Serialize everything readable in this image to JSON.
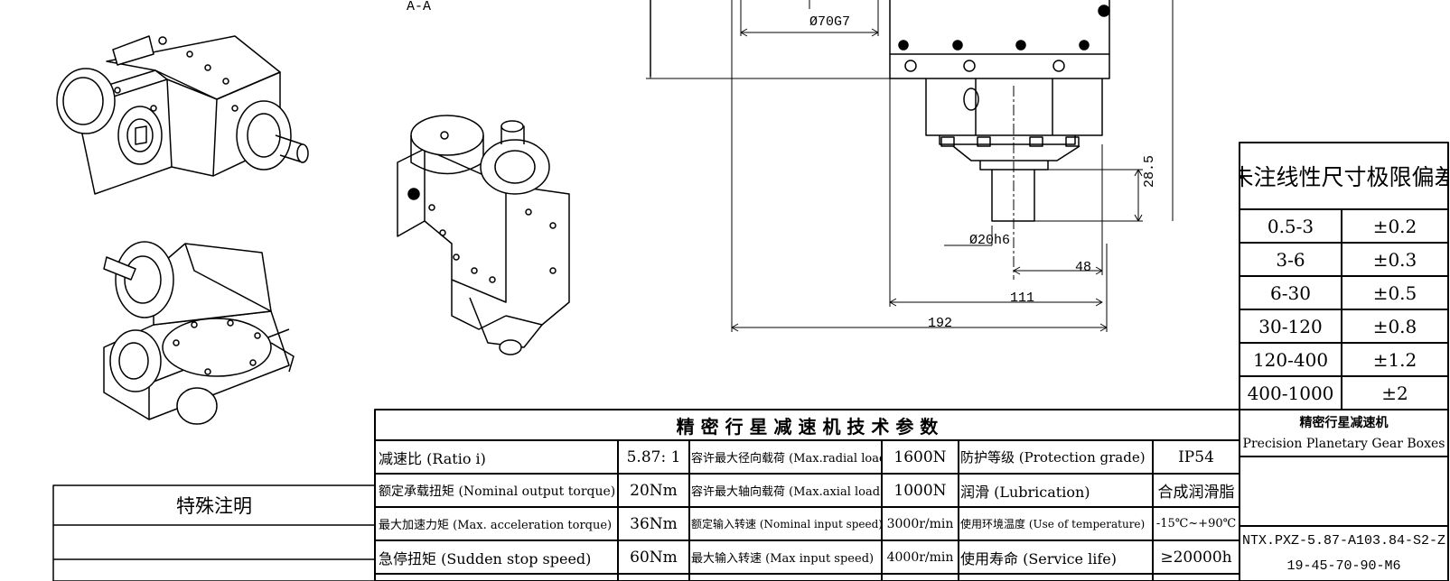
{
  "section_label": "A-A",
  "dimensions": {
    "bore": "Ø70G7",
    "shaft": "Ø20h6",
    "shaft_length": "28.5",
    "d48": "48",
    "d111": "111",
    "d192": "192"
  },
  "tolerance_table": {
    "title": "未注线性尺寸极限偏差",
    "rows": [
      {
        "range": "0.5-3",
        "tol": "±0.2"
      },
      {
        "range": "3-6",
        "tol": "±0.3"
      },
      {
        "range": "6-30",
        "tol": "±0.5"
      },
      {
        "range": "30-120",
        "tol": "±0.8"
      },
      {
        "range": "120-400",
        "tol": "±1.2"
      },
      {
        "range": "400-1000",
        "tol": "±2"
      }
    ]
  },
  "specs_table": {
    "title": "精 密 行 星 减 速 机 技 术 参 数",
    "rows": [
      [
        "减速比 (Ratio i)",
        "5.87: 1",
        "容许最大径向载荷 (Max.radial load)",
        "1600N",
        "防护等级 (Protection grade)",
        "IP54"
      ],
      [
        "额定承载扭矩 (Nominal output torque)",
        "20Nm",
        "容许最大轴向载荷 (Max.axial load)",
        "1000N",
        "润滑 (Lubrication)",
        "合成润滑脂"
      ],
      [
        "最大加速力矩 (Max. acceleration torque)",
        "36Nm",
        "额定输入转速 (Nominal input speed)",
        "3000r/min",
        "使用环境温度 (Use of temperature)",
        "-15℃~+90℃"
      ],
      [
        "急停扭矩 (Sudden stop speed)",
        "60Nm",
        "最大输入转速 (Max input speed)",
        "4000r/min",
        "使用寿命 (Service life)",
        "≥20000h"
      ]
    ]
  },
  "title_block": {
    "name_cn": "精密行星减速机",
    "name_en": "Precision Planetary Gear Boxes",
    "model_line1": "NTX.PXZ-5.87-A103.84-S2-Z",
    "model_line2": "19-45-70-90-M6"
  },
  "notes": {
    "title": "特殊注明"
  }
}
